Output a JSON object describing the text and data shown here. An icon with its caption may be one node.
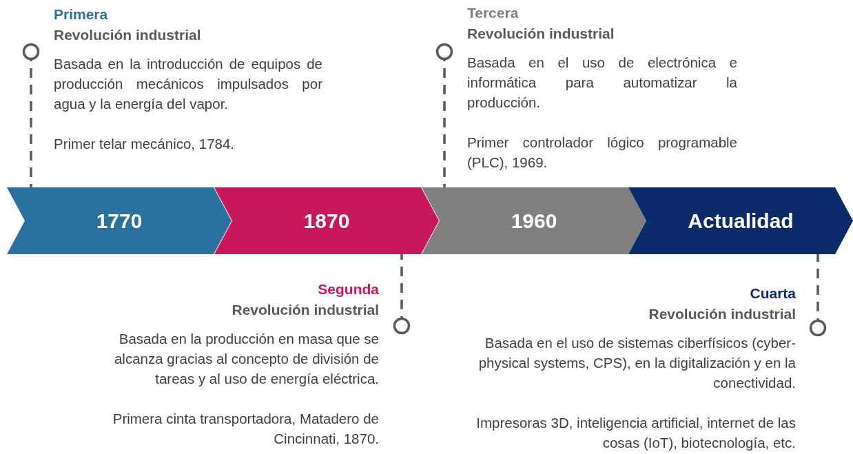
{
  "diagram": {
    "nodes": [
      {
        "text": [
          "Primera",
          "Revolución industrial",
          "Basada en la introducción de equipos de producción mecánicos impulsados por agua y la energía del vapor.",
          "Primer telar mecánico, 1784."
        ]
      },
      {
        "text": [
          "Tercera",
          "Revolución industrial",
          "Basada en el uso de electrónica e informática para automatizar la producción.",
          "Primer controlador lógico programable (PLC), 1969."
        ]
      },
      {
        "text": [
          "1770"
        ]
      },
      {
        "text": [
          "1870"
        ]
      },
      {
        "text": [
          "1960"
        ]
      },
      {
        "text": [
          "Actualidad"
        ]
      },
      {
        "text": [
          "Segunda",
          "Revolución industrial",
          "Basada en la producción en masa que se alcanza gracias al concepto de división de tareas y al uso de energía eléctrica.",
          "Primera cinta transportadora, Matadero de Cincinnati, 1870."
        ]
      },
      {
        "text": [
          "Cuarta",
          "Revolución industrial",
          "Basada en el uso de sistemas ciberfísicos (cyber-physical systems, CPS), en la digitalización y en la conectividad.",
          "Impresoras 3D, inteligencia artificial, internet de las cosas (IoT), biotecnología, etc."
        ]
      }
    ],
    "edges": [
      {
        "from": 0,
        "to": 2,
        "arrow": "other",
        "style": "dashed"
      },
      {
        "from": 1,
        "to": 4,
        "arrow": "other",
        "style": "dashed"
      },
      {
        "from": 6,
        "to": 3,
        "arrow": "other",
        "style": "dashed"
      },
      {
        "from": 7,
        "to": 5,
        "arrow": "other",
        "style": "dashed"
      }
    ]
  }
}
